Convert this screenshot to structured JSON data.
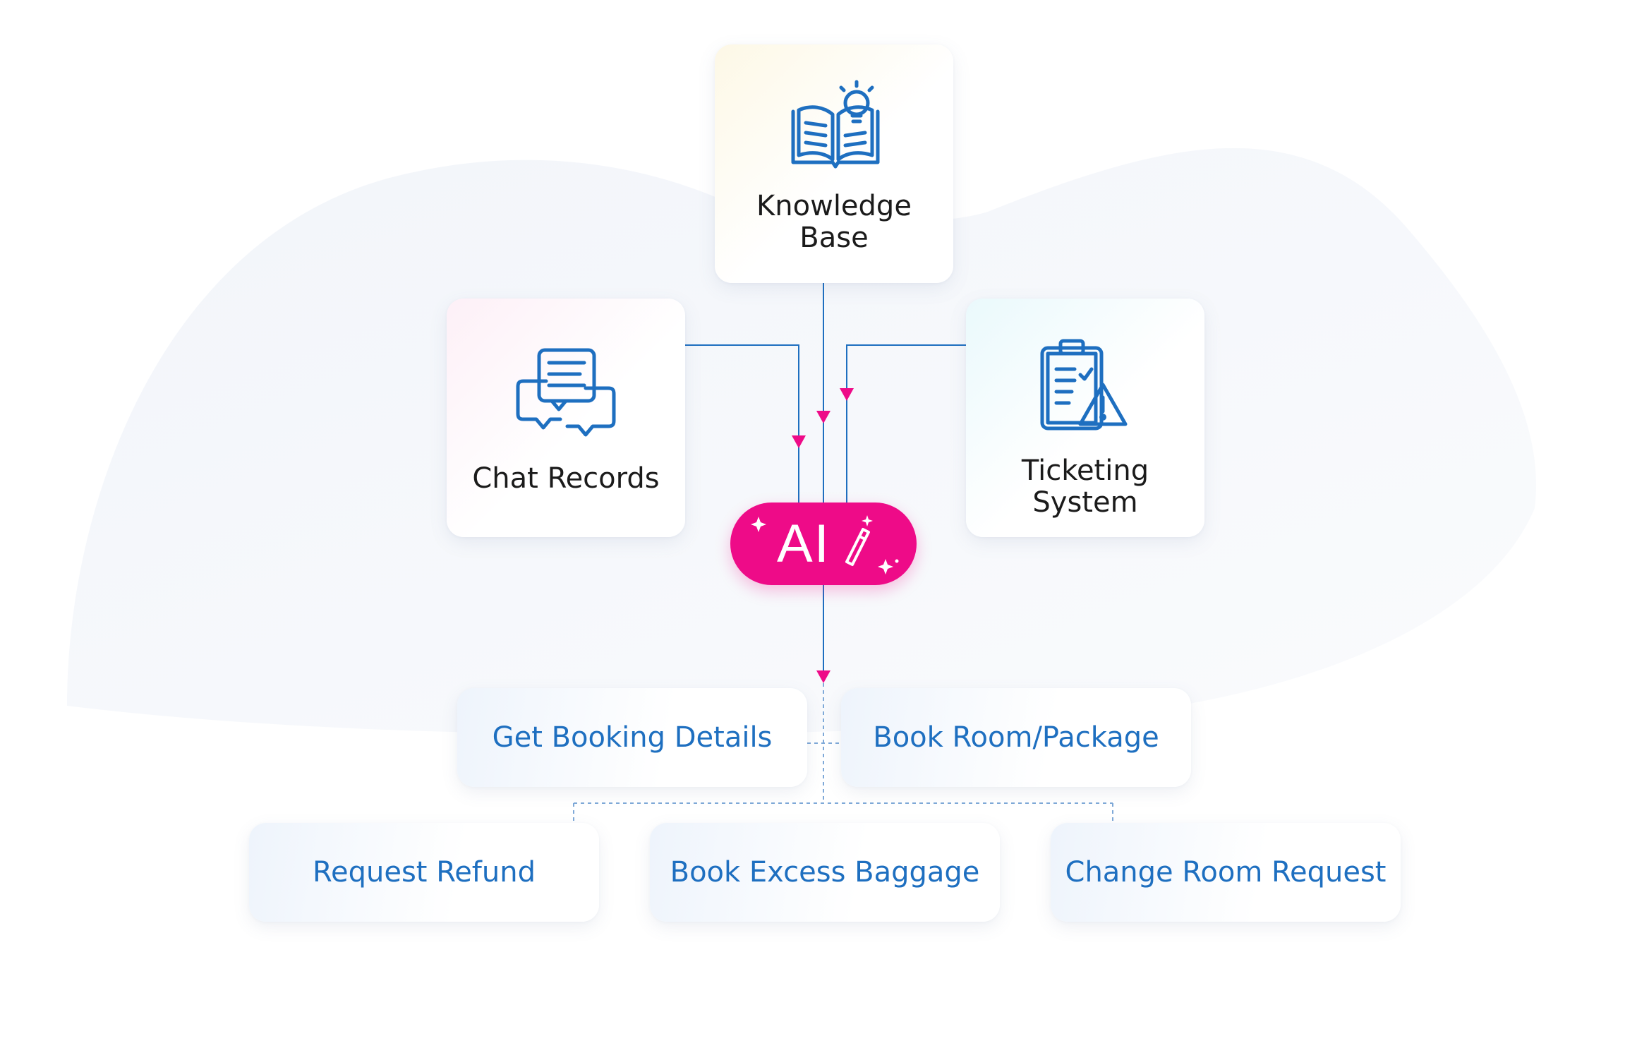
{
  "sources": {
    "knowledge_base": {
      "label_line1": "Knowledge",
      "label_line2": "Base",
      "icon": "open-book-lightbulb-icon"
    },
    "chat_records": {
      "label": "Chat Records",
      "icon": "chat-bubbles-icon"
    },
    "ticketing_system": {
      "label_line1": "Ticketing",
      "label_line2": "System",
      "icon": "clipboard-warning-icon"
    }
  },
  "ai": {
    "label": "AI",
    "icon": "magic-wand-sparkles-icon"
  },
  "actions": {
    "get_booking_details": "Get Booking Details",
    "book_room_package": "Book Room/Package",
    "request_refund": "Request Refund",
    "book_excess_baggage": "Book Excess Baggage",
    "change_room_request": "Change Room Request"
  },
  "colors": {
    "accent_pink": "#ee0b88",
    "line_blue": "#1e6fc0",
    "action_text": "#1e6fc0",
    "label_text": "#1b1b1b"
  }
}
